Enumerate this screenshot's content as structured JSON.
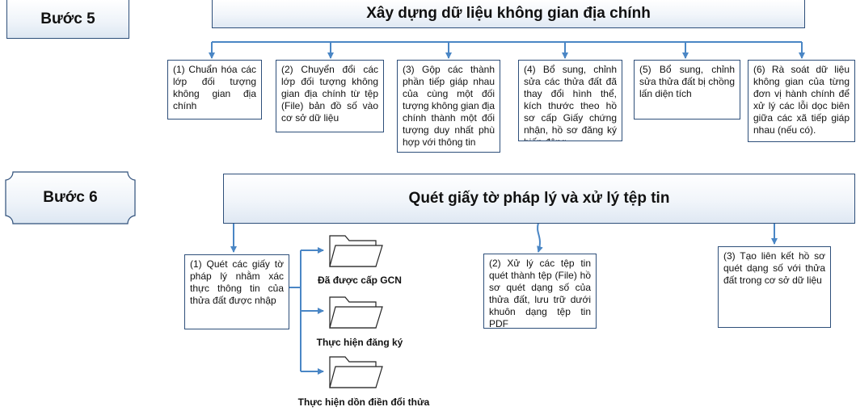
{
  "step5": {
    "label": "Bước 5",
    "title": "Xây dựng dữ liệu không gian địa chính",
    "items": [
      "(1) Chuẩn hóa các lớp đối tượng không gian địa chính",
      "(2) Chuyển đổi các lớp đối tượng không gian địa chính từ tệp (File) bản đồ số vào cơ sở dữ liệu",
      "(3) Gộp các thành phần tiếp giáp nhau của cùng một đối tượng không gian địa chính thành một đối tượng duy nhất phù hợp với thông tin",
      "(4) Bổ sung, chỉnh sửa các thửa đất đã thay đổi hình thể, kích thước theo hồ sơ cấp Giấy chứng nhận, hồ sơ đăng ký biến động",
      "(5) Bổ sung, chỉnh sửa thửa đất bị chồng lấn diện tích",
      "(6) Rà soát dữ liệu không gian của từng đơn vị hành chính để xử lý các lỗi dọc biên giữa các xã tiếp giáp nhau (nếu có)."
    ]
  },
  "step6": {
    "label": "Bước 6",
    "title": "Quét giấy tờ pháp lý và xử lý tệp tin",
    "items": [
      "(1) Quét các giấy tờ pháp lý nhằm xác thực thông tin của thửa đất được nhập",
      "(2) Xử lý các tệp tin quét thành tệp (File) hồ sơ quét dạng số của thửa đất, lưu trữ dưới khuôn dạng tệp tin PDF",
      "(3) Tạo liên kết hồ sơ quét dạng số với thửa đất trong cơ sở dữ liệu"
    ],
    "folders": [
      "Đã được cấp GCN",
      "Thực hiện đăng ký",
      "Thực hiện dồn điền đổi thửa"
    ]
  },
  "colors": {
    "line": "#4a86c5",
    "border": "#2e4f7a"
  }
}
